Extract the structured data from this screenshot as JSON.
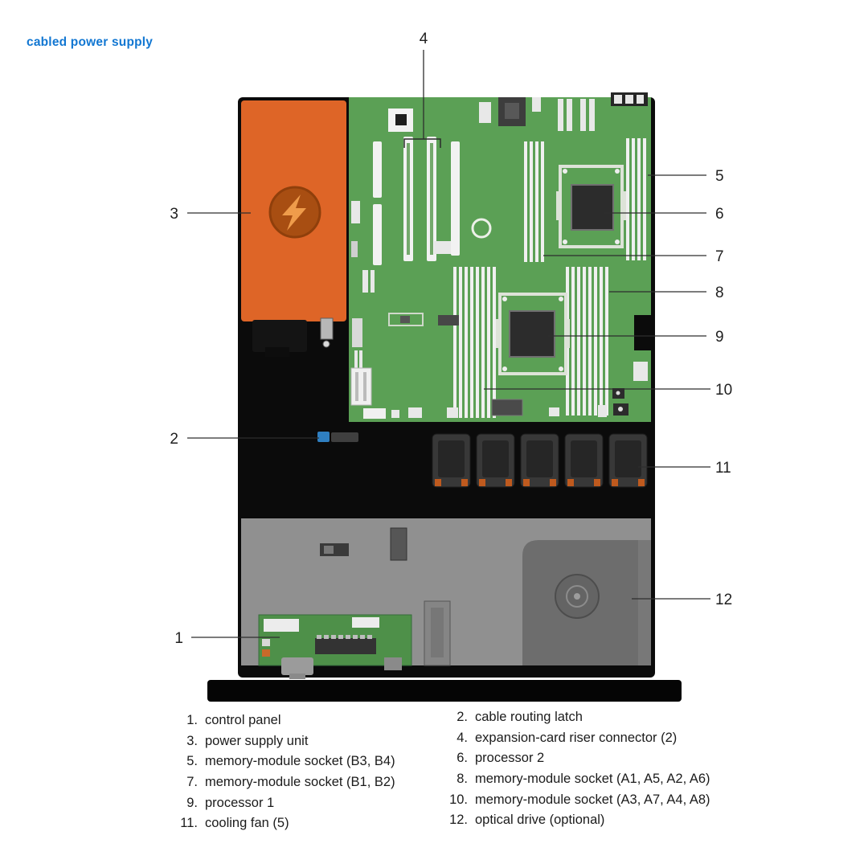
{
  "title": "cabled power supply",
  "callout_numbers": [
    "1",
    "2",
    "3",
    "4",
    "5",
    "6",
    "7",
    "8",
    "9",
    "10",
    "11",
    "12"
  ],
  "legend": {
    "left": [
      {
        "num": "1.",
        "label": "control panel"
      },
      {
        "num": "3.",
        "label": "power supply unit"
      },
      {
        "num": "5.",
        "label": "memory-module socket (B3, B4)"
      },
      {
        "num": "7.",
        "label": "memory-module socket (B1, B2)"
      },
      {
        "num": "9.",
        "label": "processor 1"
      },
      {
        "num": "11.",
        "label": "cooling fan (5)"
      }
    ],
    "right": [
      {
        "num": "2.",
        "label": "cable routing latch"
      },
      {
        "num": "4.",
        "label": "expansion-card riser connector (2)"
      },
      {
        "num": "6.",
        "label": "processor 2"
      },
      {
        "num": "8.",
        "label": "memory-module socket (A1, A5, A2, A6)"
      },
      {
        "num": "10.",
        "label": "memory-module socket (A3, A7, A4, A8)"
      },
      {
        "num": "12.",
        "label": "optical drive (optional)"
      }
    ]
  },
  "colors": {
    "title": "#1277d2",
    "chassis": "#0b0b0b",
    "psu": "#de6527",
    "board": "#5ba055",
    "bay": "#909090",
    "drive": "#6d6d6d",
    "latch": "#2f7fc1",
    "fan_body": "#383838",
    "fan_tab": "#bf5a1e"
  }
}
